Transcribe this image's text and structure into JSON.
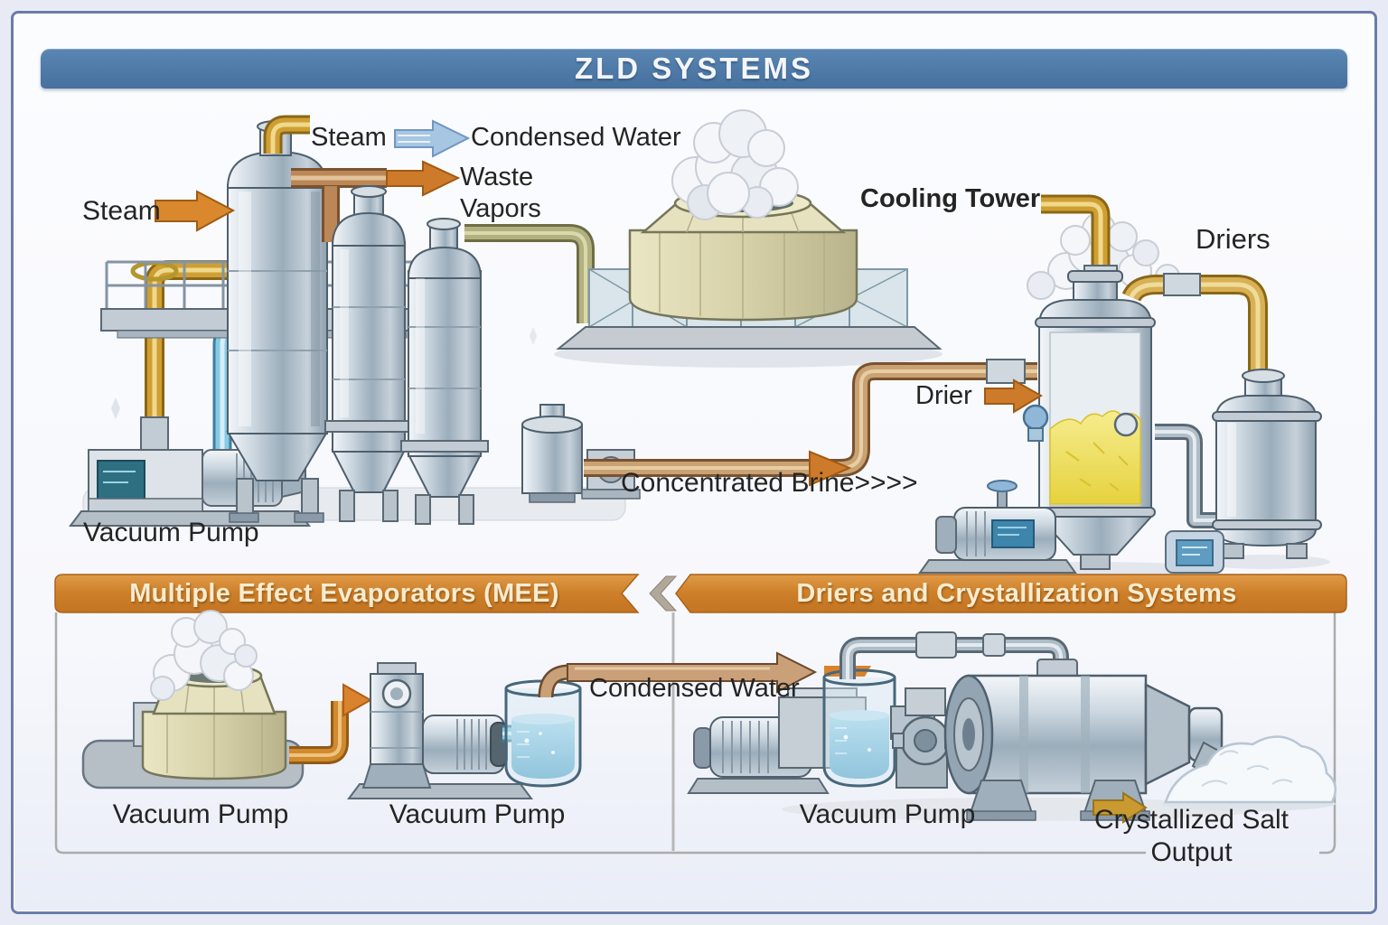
{
  "title": "ZLD SYSTEMS",
  "theme": {
    "title_bar_blue": "#4b76a6",
    "header_orange": "#d2832f",
    "frame_border": "#6b7ca8",
    "arrow_orange": "#d9832e",
    "pipe_gold": "#cf9f33",
    "pipe_copper": "#bb8756",
    "pipe_blue": "#85cbe4",
    "steel": "#c3ced8",
    "tower_beige": "#ddd9b4"
  },
  "top": {
    "steam_inlet": "Steam",
    "steam_out": "Steam",
    "condensed_water": "Condensed Water",
    "waste_vapors": "Waste Vapors",
    "cooling_tower": "Cooling Tower",
    "driers": "Driers",
    "drier": "Drier",
    "concentrated_brine": "Concentrated Brine>>>>",
    "vacuum_pump": "Vacuum Pump"
  },
  "bottom": {
    "mee_header": "Multiple Effect Evaporators (MEE)",
    "dcs_header": "Driers and Crystallization Systems",
    "vacuum_pump_left": "Vacuum Pump",
    "vacuum_pump_mid": "Vacuum Pump",
    "condensed_water": "Condensed Water",
    "vacuum_pump_right": "Vacuum Pump",
    "crystallized_salt": "Crystallized Salt Output"
  }
}
